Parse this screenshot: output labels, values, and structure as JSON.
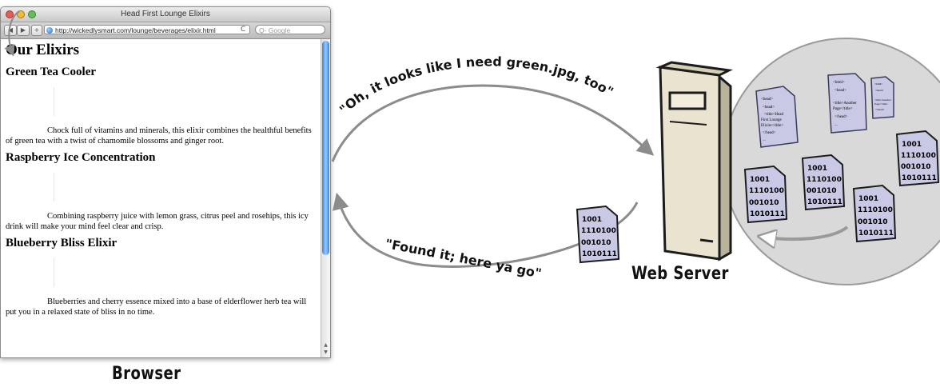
{
  "browser": {
    "window_title": "Head First Lounge Elixirs",
    "url": "http://wickedlysmart.com/lounge/beverages/elixir.html",
    "search_placeholder": "Q- Google",
    "back_glyph": "◀",
    "forward_glyph": "▶",
    "add_glyph": "+",
    "reload_glyph": "C",
    "heading": "Our Elixirs",
    "items": [
      {
        "title": "Green Tea Cooler",
        "text": "Chock full of vitamins and minerals, this elixir combines the healthful benefits of green tea with a twist of chamomile blossoms and ginger root."
      },
      {
        "title": "Raspberry Ice Concentration",
        "text": "Combining raspberry juice with lemon grass, citrus peel and rosehips, this icy drink will make your mind feel clear and crisp."
      },
      {
        "title": "Blueberry Bliss Elixir",
        "text": "Blueberries and cherry essence mixed into a base of elderflower herb tea will put you in a relaxed state of bliss in no time."
      }
    ]
  },
  "labels": {
    "browser": "Browser",
    "server": "Web Server",
    "request_quote": "\"Oh, it looks like I need green.jpg, too\"",
    "response_quote": "\"Found it; here ya go\""
  },
  "file_icons": {
    "binary_lines": [
      "1001",
      "1110100",
      "001010",
      "1010111"
    ],
    "html_file_1_lines": [
      "<head>",
      "<head>",
      "<title>Head",
      "First Lounge",
      "Elixirs</title>",
      "</head>",
      "..."
    ],
    "html_file_2_lines": [
      "<html>",
      "<head>",
      "<title>Another",
      "Page</title>",
      "</head>",
      "..."
    ],
    "html_file_3_lines": [
      "<html>",
      "<head>",
      "<title>Another",
      "Page</title>",
      "</head>"
    ]
  },
  "icons": {
    "browser_traffic_lights": "traffic-lights-icon",
    "server": "server-tower-icon",
    "storage": "server-storage-circle-icon",
    "arrow": "curved-arrow-icon"
  },
  "colors": {
    "close": "#ec5b50",
    "minimize": "#f4bc2f",
    "zoom": "#5fc153",
    "server_body": "#e9e3cf",
    "storage_circle": "#d9d9d9",
    "file_body": "#c9c9e6",
    "scroll_thumb": "#3a8ee6"
  }
}
